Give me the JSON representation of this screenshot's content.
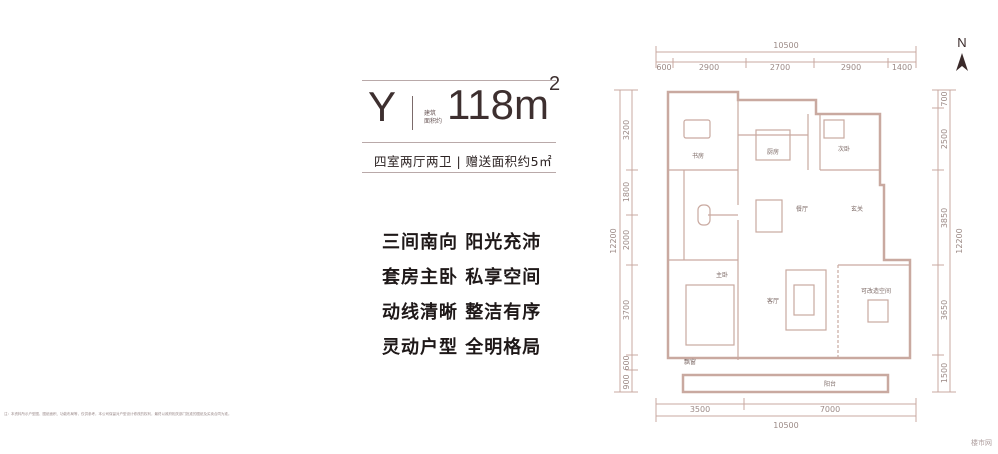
{
  "header": {
    "unit": "Y",
    "area_number": "118m",
    "area_sup": "2",
    "tiny_label_1": "建筑",
    "tiny_label_2": "面积约",
    "subtitle": "四室两厅两卫 | 赠送面积约5㎡"
  },
  "features": [
    "三间南向 阳光充沛",
    "套房主卧 私享空间",
    "动线清晰 整洁有序",
    "灵动户型 全明格局"
  ],
  "plan": {
    "compass": "N",
    "top_total": "10500",
    "top_dims": [
      "600",
      "2900",
      "2700",
      "2900",
      "1400"
    ],
    "bottom_dims": [
      "3500",
      "7000"
    ],
    "bottom_total": "10500",
    "left_dims": [
      "3200",
      "1800",
      "2000",
      "3700",
      "600",
      "900"
    ],
    "left_total": "12200",
    "right_dims": [
      "700",
      "2500",
      "3850",
      "3650",
      "1500"
    ],
    "right_total": "12200",
    "rooms": {
      "study": "书房",
      "kitchen": "厨房",
      "second_bedroom": "次卧",
      "dining": "餐厅",
      "entrance": "玄关",
      "master_bedroom": "主卧",
      "living": "客厅",
      "flexible": "可改造空间",
      "balcony": "阳台",
      "bay_window": "飘窗"
    }
  },
  "footnote": "注：本资料所示户型图、图纸面积、功能布局等，仅供参考，本公司保留对户型设计修改的权利，最终以政府相关部门批准的图纸及买卖合同为准。",
  "watermark": "楼市网",
  "colors": {
    "plan_line": "#c9a9a0",
    "text_dark": "#1e1818"
  }
}
